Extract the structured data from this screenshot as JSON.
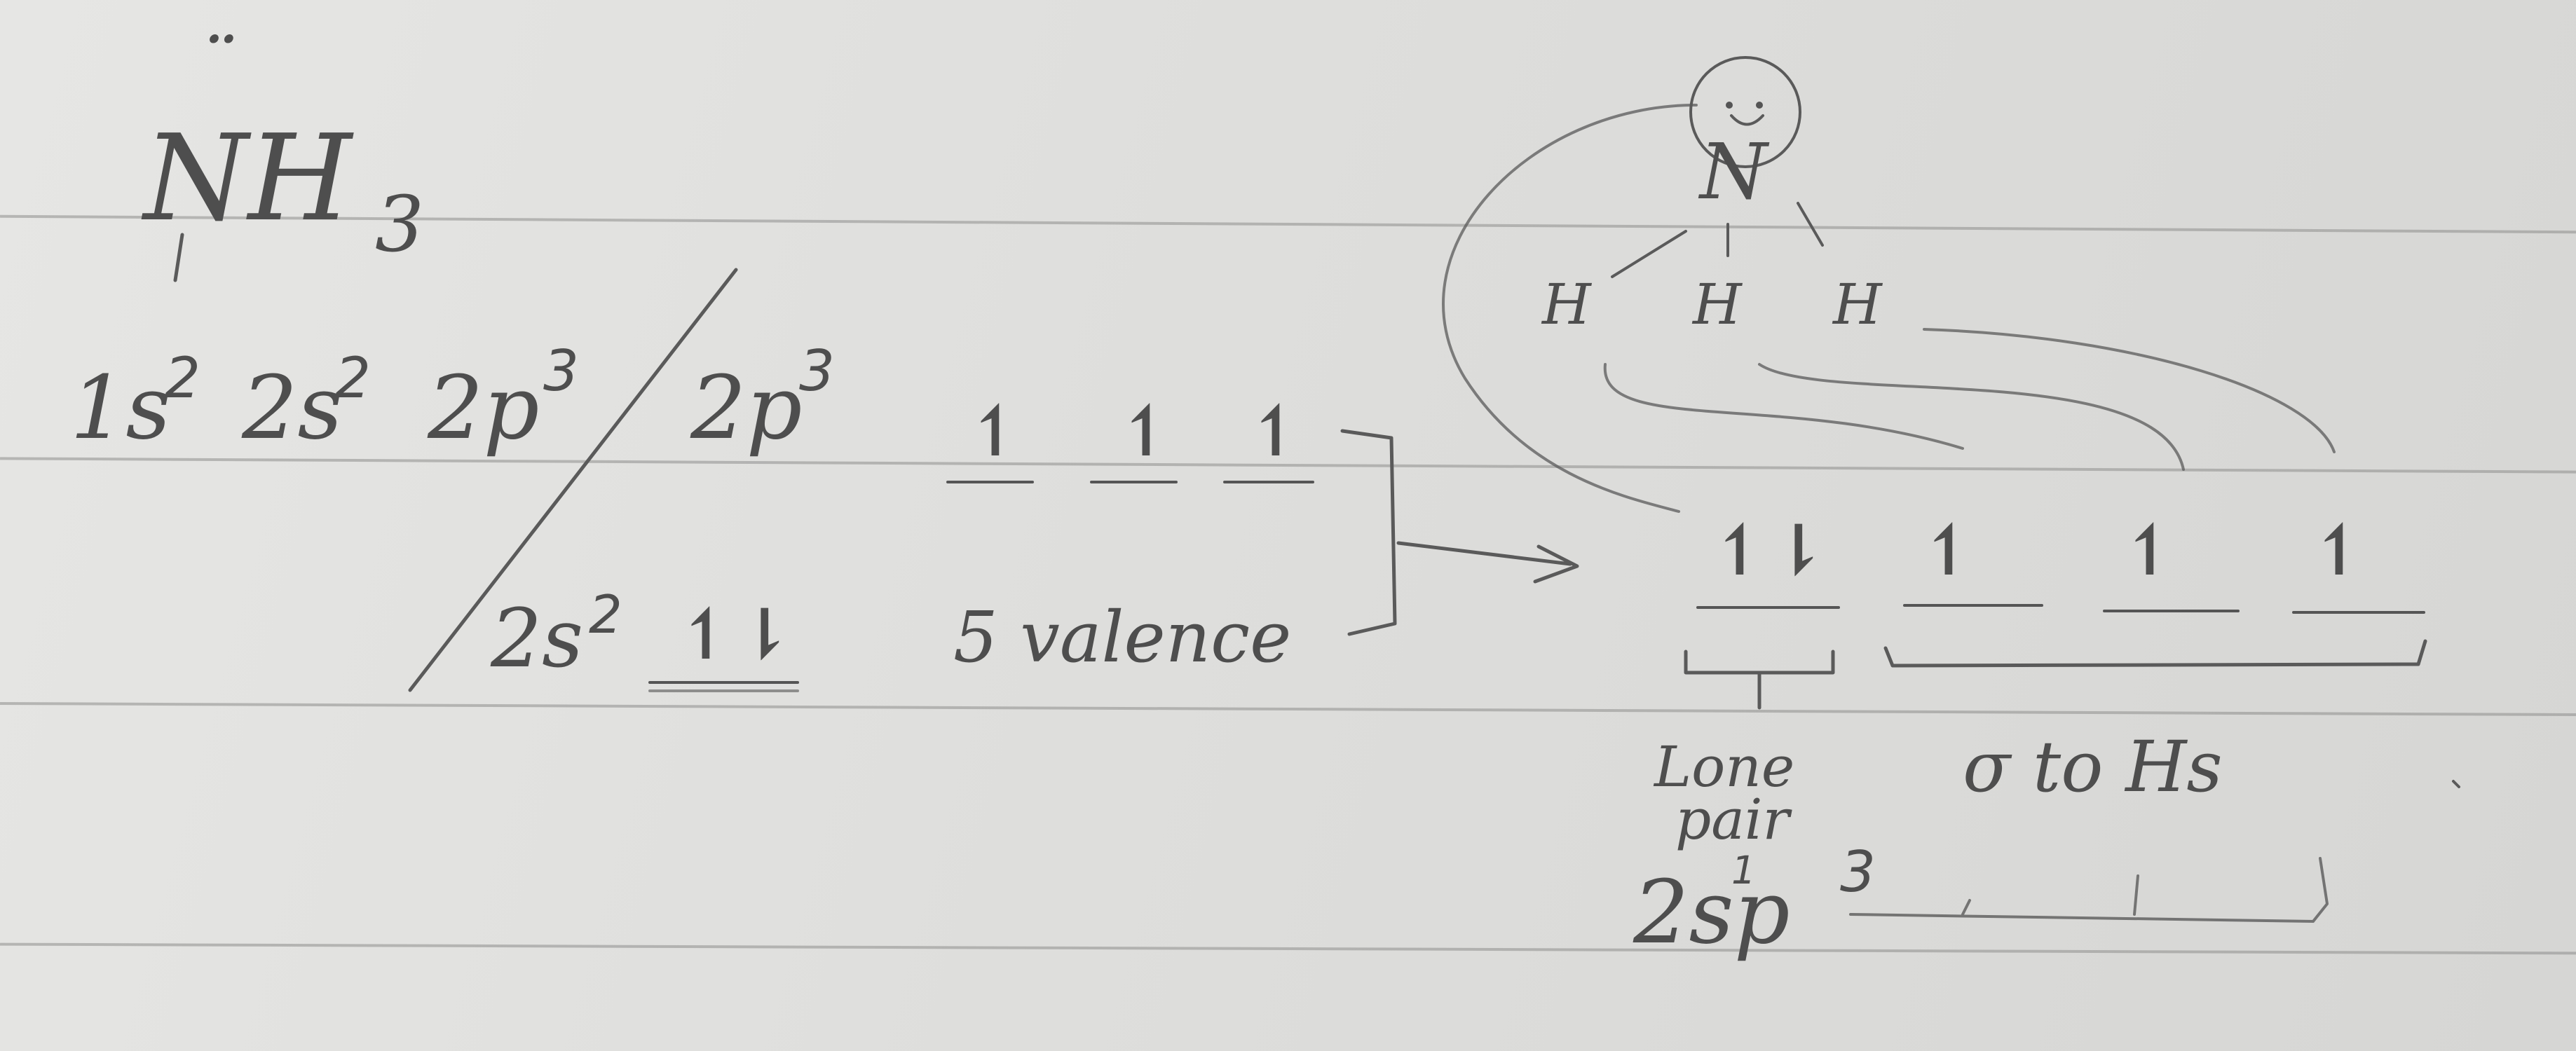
{
  "heading": {
    "molecule": "NH",
    "subscript": "3",
    "lone_pair_dots": "¨"
  },
  "config": {
    "s1": "1s",
    "s1_sup": "2",
    "s2": "2s",
    "s2_sup": "2",
    "p2": "2p",
    "p2_sup": "3",
    "p2_right": "2p",
    "p2_right_sup": "3",
    "s2_lower": "2s",
    "s2_lower_sup": "2"
  },
  "orbitals": {
    "up": "↿",
    "paired": "↿⇂"
  },
  "valence_label": "5 valence",
  "structure": {
    "center": "N",
    "h_left": "H",
    "h_mid": "H",
    "h_right": "H"
  },
  "labels": {
    "lone_pair_line1": "Lone",
    "lone_pair_line2": "pair",
    "sigma_to_hs": "σ to Hs",
    "hybrid": "2sp",
    "hybrid_s_sup": "1",
    "hybrid_p_sup": "3"
  }
}
